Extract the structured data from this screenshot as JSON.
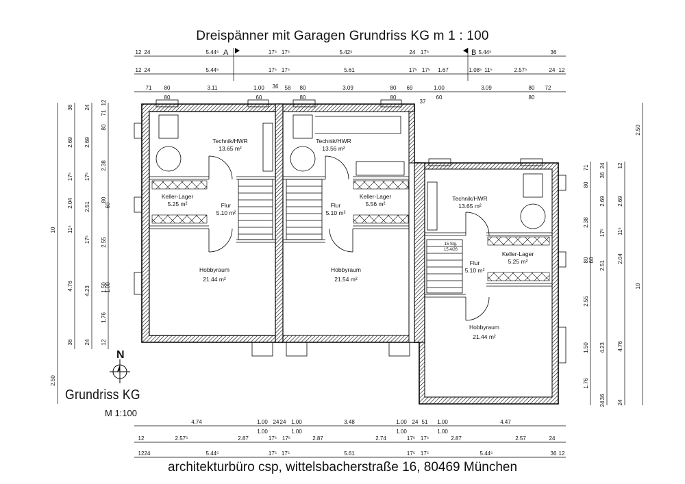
{
  "title": "Dreispänner mit Garagen  Grundriss KG m 1 : 100",
  "legend": {
    "title": "Grundriss KG",
    "scale": "M 1:100"
  },
  "footer": "architekturbüro csp, wittelsbacherstraße 16, 80469 München",
  "north_label": "N",
  "section_labels": [
    "A",
    "B"
  ],
  "rooms": [
    {
      "name": "Technik/HWR",
      "area": "13.65 m²"
    },
    {
      "name": "Technik/HWR",
      "area": "13.56 m²"
    },
    {
      "name": "Technik/HWR",
      "area": "13.65 m²"
    },
    {
      "name": "Keller-Lager",
      "area": "5.25 m²"
    },
    {
      "name": "Keller-Lager",
      "area": "5.56 m²"
    },
    {
      "name": "Keller-Lager",
      "area": "5.25 m²"
    },
    {
      "name": "Flur",
      "area": "5.10 m²"
    },
    {
      "name": "Flur",
      "area": "5.10 m²"
    },
    {
      "name": "Flur",
      "area": "5.10 m²"
    },
    {
      "name": "Hobbyraum",
      "area": "21.44 m²"
    },
    {
      "name": "Hobbyraum",
      "area": "21.54 m²"
    },
    {
      "name": "Hobbyraum",
      "area": "21.44 m²"
    }
  ],
  "stair_note": [
    "15 Stg.",
    "15.4/26"
  ],
  "dims_top_row1": [
    "12",
    "24",
    "5.44⁵",
    "17⁵",
    "17⁵",
    "5.42⁵",
    "24",
    "17⁵",
    "5.44⁵",
    "36"
  ],
  "dims_top_row2": [
    "12",
    "24",
    "5.44⁵",
    "17⁵",
    "17⁵",
    "5.61",
    "17⁵",
    "17⁵",
    "1.67",
    "1.08⁵",
    "11⁵",
    "2.57⁵",
    "24",
    "12"
  ],
  "dims_top_row3": [
    "71",
    "80",
    "3.11",
    "1.00",
    "36",
    "58",
    "80",
    "3.09",
    "80",
    "69",
    "1.00",
    "3.09",
    "80",
    "72"
  ],
  "dims_top_row3_sub": [
    "80",
    "60",
    "80",
    "80",
    "37",
    "60",
    "80"
  ],
  "dims_left_outer": [
    "36",
    "2.69",
    "17⁵",
    "2.04",
    "11⁵",
    "4.76",
    "36"
  ],
  "dims_left_mid": [
    "24",
    "2.69",
    "17⁵",
    "2.51",
    "17⁵",
    "4.23",
    "24"
  ],
  "dims_left_inner": [
    "12",
    "71",
    "80",
    "2.38",
    "80",
    "60",
    "2.55",
    "1.50",
    "1.00",
    "1.76",
    "12"
  ],
  "dims_left_total": "10",
  "dims_left_extra": "2.50",
  "dims_right_outer": [
    "71",
    "80",
    "2.38",
    "80",
    "60",
    "2.55",
    "1.50",
    "1.76"
  ],
  "dims_right_mid": [
    "24",
    "36",
    "2.69",
    "17⁵",
    "2.51",
    "4.23",
    "36",
    "24"
  ],
  "dims_right_inner": [
    "12",
    "2.69",
    "11⁵",
    "2.04",
    "4.76",
    "24"
  ],
  "dims_right_total": "10",
  "dims_right_extra": "2.50",
  "dims_bottom_row1": [
    "4.74",
    "1.00",
    "24",
    "24",
    "1.00",
    "3.48",
    "1.00",
    "24",
    "51",
    "1.00",
    "4.47"
  ],
  "dims_bottom_row1_sub": [
    "1.00",
    "1.00",
    "1.00",
    "1.00"
  ],
  "dims_bottom_row2": [
    "12",
    "2.57⁵",
    "2.87",
    "17⁵",
    "17⁵",
    "2.87",
    "2.74",
    "17⁵",
    "17⁵",
    "2.87",
    "2.57",
    "24"
  ],
  "dims_bottom_row3": [
    "12",
    "24",
    "5.44⁵",
    "17⁵",
    "17⁵",
    "5.61",
    "17⁵",
    "17⁵",
    "5.44⁵",
    "36",
    "12"
  ]
}
